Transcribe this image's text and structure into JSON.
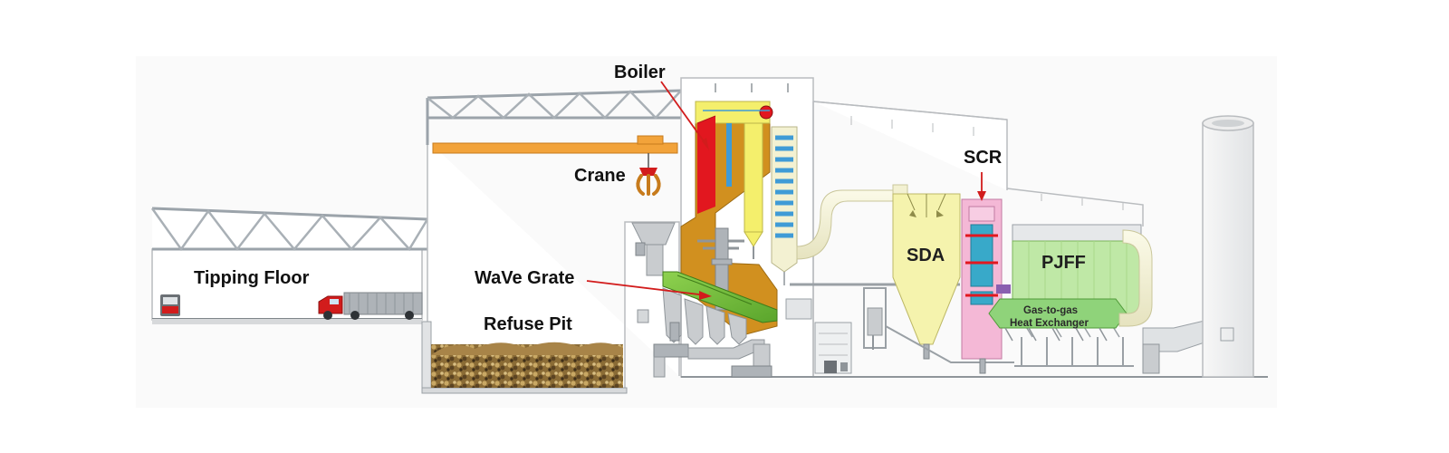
{
  "labels": {
    "boiler": "Boiler",
    "crane": "Crane",
    "tipping_floor": "Tipping Floor",
    "wave_grate": "WaVe Grate",
    "refuse_pit": "Refuse Pit",
    "scr": "SCR",
    "sda": "SDA",
    "pjff": "PJFF",
    "heat_exchanger_line1": "Gas-to-gas",
    "heat_exchanger_line2": "Heat Exchanger"
  },
  "colors": {
    "steel": "#9ba3aa",
    "crane": "#f2a33a",
    "boiler": "#d1901f",
    "boiler_red": "#e2171f",
    "boiler_yellow": "#f4ef6c",
    "boiler_blue": "#3f9bd6",
    "grate": "#6fbf3a",
    "sda": "#f5f3ad",
    "scr": "#f4b8d6",
    "scr_blue": "#38a9c9",
    "pjff": "#bfe8a6",
    "heat_exchanger": "#8fd37a",
    "duct": "#f3f1d2",
    "arrow": "#d21c1c",
    "truck_red": "#d21c1c",
    "refuse": "#9a7a3d"
  }
}
